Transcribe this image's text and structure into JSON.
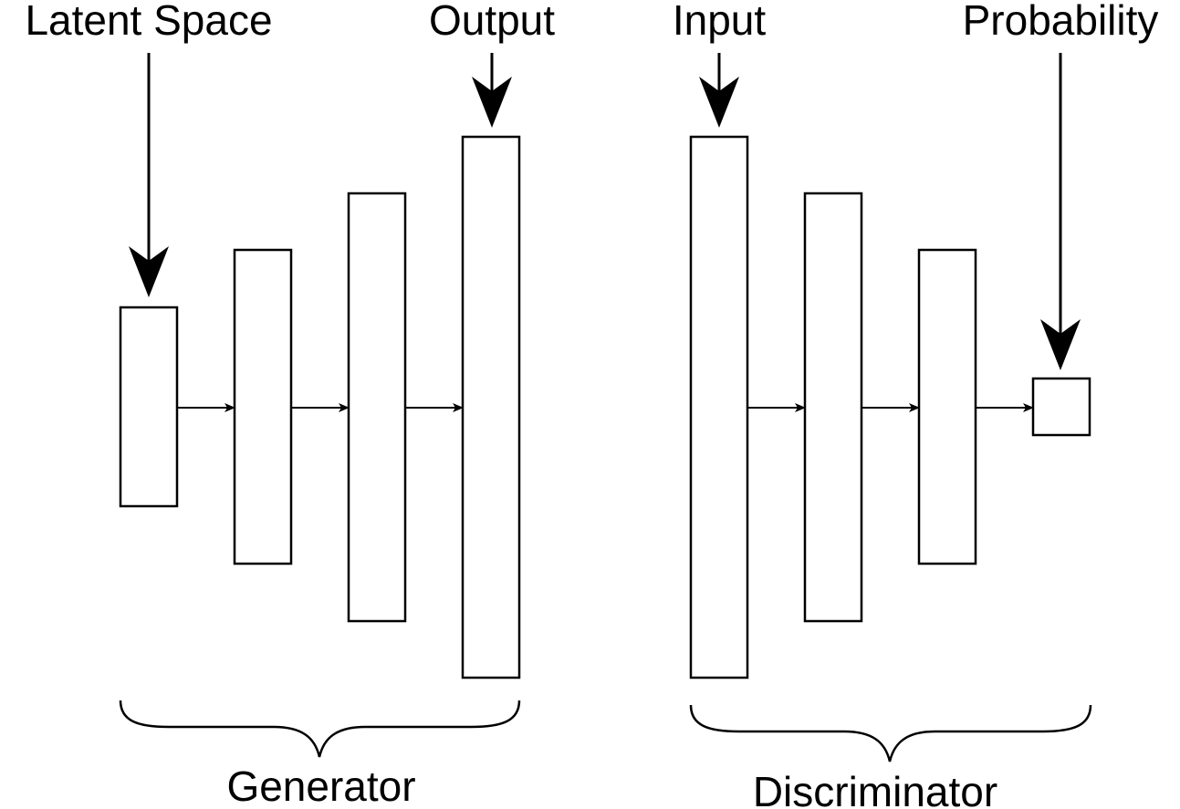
{
  "labels": {
    "latent_space": "Latent Space",
    "output": "Output",
    "input": "Input",
    "probability": "Probability",
    "generator": "Generator",
    "discriminator": "Discriminator"
  },
  "colors": {
    "stroke": "#000000",
    "background": "#ffffff"
  }
}
